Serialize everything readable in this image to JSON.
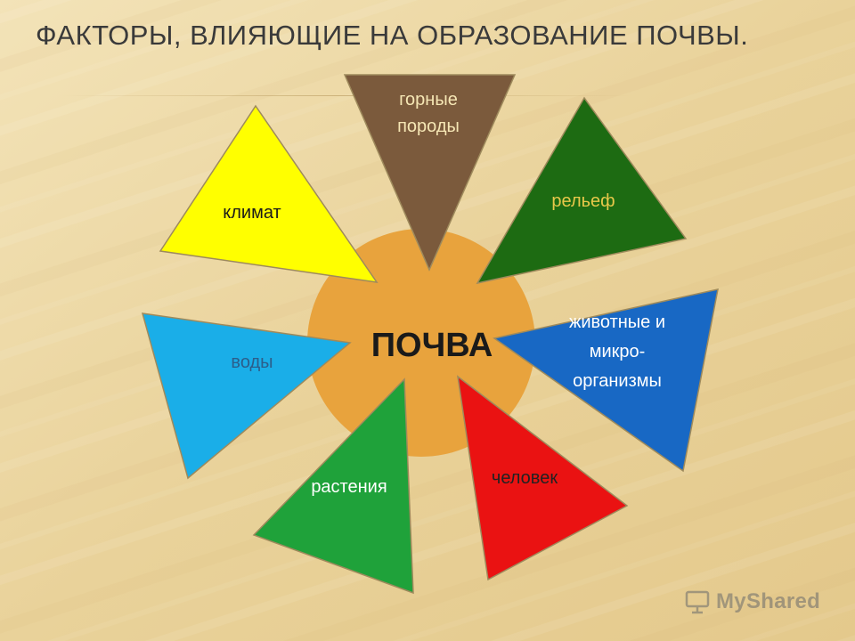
{
  "slide": {
    "title": "ФАКТОРЫ, ВЛИЯЮЩИЕ НА ОБРАЗОВАНИЕ ПОЧВЫ."
  },
  "diagram": {
    "center": {
      "label": "ПОЧВА",
      "color": "#e8a33d"
    },
    "factors": [
      {
        "id": "rocks",
        "lines": [
          "горные",
          "породы"
        ],
        "fill": "#7b5a3c",
        "text_color": "#f5e6b4"
      },
      {
        "id": "relief",
        "lines": [
          "рельеф"
        ],
        "fill": "#1d6b12",
        "text_color": "#e8c84a"
      },
      {
        "id": "animals",
        "lines": [
          "животные и",
          "микро-",
          "организмы"
        ],
        "fill": "#1868c4",
        "text_color": "#ffffff"
      },
      {
        "id": "human",
        "lines": [
          "человек"
        ],
        "fill": "#ea1212",
        "text_color": "#222222"
      },
      {
        "id": "plants",
        "lines": [
          "растения"
        ],
        "fill": "#1fa23a",
        "text_color": "#ffffff"
      },
      {
        "id": "waters",
        "lines": [
          "воды"
        ],
        "fill": "#1aaee8",
        "text_color": "#2c5e8a"
      },
      {
        "id": "climate",
        "lines": [
          "климат"
        ],
        "fill": "#ffff00",
        "text_color": "#1a1a1a"
      }
    ]
  },
  "watermark": {
    "text": "MyShared",
    "icon": "presentation-board-icon"
  }
}
